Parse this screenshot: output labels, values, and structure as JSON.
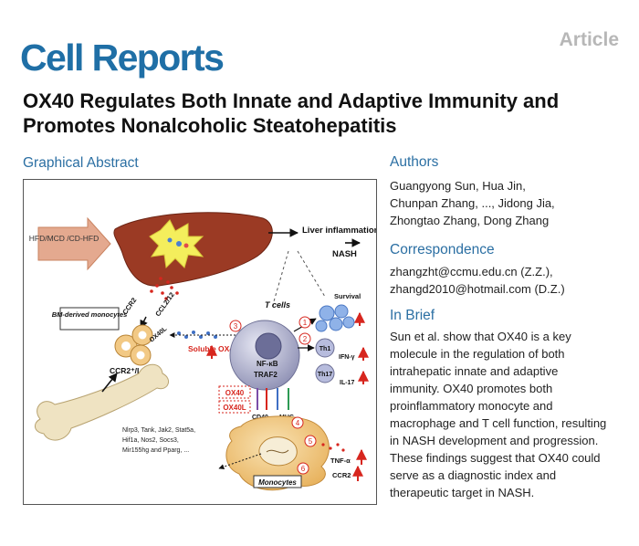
{
  "header": {
    "journal": "Cell Reports",
    "article_type": "Article"
  },
  "title": "OX40 Regulates Both Innate and Adaptive Immunity and Promotes Nonalcoholic Steatohepatitis",
  "graphical_abstract": {
    "heading": "Graphical Abstract",
    "labels": {
      "diet": "HFD/MCD /CD-HFD",
      "liver_inflammation": "Liver inflammation",
      "nash": "NASH",
      "bm_monocytes": "BM-derived monocytes",
      "ccr2": "CCR2",
      "ccl2_12": "CCL2/12",
      "ox40l": "OX40L",
      "ccr2_ly6c": "CCR2⁺/Ly6cᴴ",
      "soluble_ox40": "Soluble OX40",
      "t_cells": "T cells",
      "survival": "Survival",
      "th1": "Th1",
      "ifn_g": "IFN-γ",
      "th17": "Th17",
      "il17": "IL-17",
      "nfkb": "NF-κB",
      "traf2": "TRAF2",
      "ox40_box": "OX40",
      "ox40l_box": "OX40L",
      "cd40": "CD40",
      "mhc": "MHC",
      "genes": [
        "Nlrp3, Tank, Jak2, Stat5a,",
        "Hif1a, Nos2, Socs3,",
        "Mir155hg and Pparg, ..."
      ],
      "tnfa": "TNF-α",
      "ccr2_out": "CCR2",
      "monocytes": "Monocytes",
      "nums": [
        "1",
        "2",
        "3",
        "4",
        "5",
        "6"
      ]
    }
  },
  "authors": {
    "heading": "Authors",
    "lines": [
      "Guangyong Sun, Hua Jin,",
      "Chunpan Zhang, ..., Jidong Jia,",
      "Zhongtao Zhang, Dong Zhang"
    ]
  },
  "correspondence": {
    "heading": "Correspondence",
    "lines": [
      "zhangzht@ccmu.edu.cn (Z.Z.),",
      "zhangd2010@hotmail.com (D.Z.)"
    ]
  },
  "in_brief": {
    "heading": "In Brief",
    "lines": [
      "Sun et al. show that OX40 is a key",
      "molecule in the regulation of both",
      "intrahepatic innate and adaptive",
      "immunity. OX40 promotes both",
      "proinflammatory monocyte and",
      "macrophage and T cell function, resulting",
      "in NASH development and progression.",
      "These findings suggest that OX40 could",
      "serve as a diagnostic index and",
      "therapeutic target in NASH."
    ]
  },
  "colors": {
    "brand": "#1f6fa6",
    "heading": "#2b6fa3",
    "liver": "#9b3a24",
    "arrow_red": "#d7261e"
  }
}
